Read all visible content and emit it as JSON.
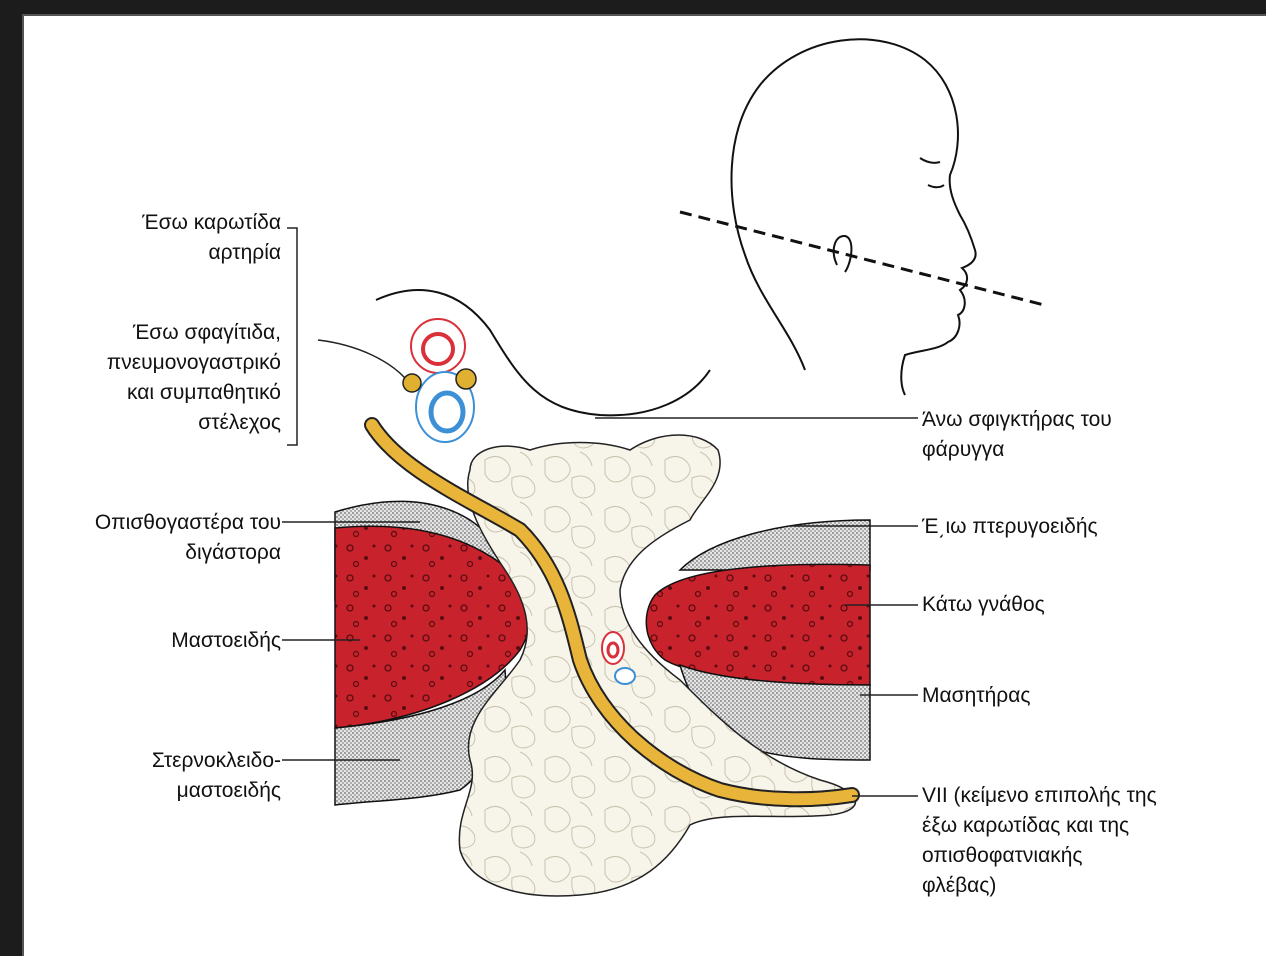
{
  "labels": {
    "internal_carotid": [
      "Έσω καρωτίδα",
      "αρτηρία"
    ],
    "internal_jugular": [
      "Έσω σφαγίτιδα,",
      "πνευμονογαστρικό",
      "και συμπαθητικό",
      "στέλεχος"
    ],
    "superior_constrictor": [
      "Άνω σφιγκτήρας του",
      "φάρυγγα"
    ],
    "posterior_digastric": [
      "Οπισθογαστέρα του",
      "διγάστορα"
    ],
    "lateral_pterygoid": [
      "Έ͵ιω πτερυγοειδής"
    ],
    "mandible": [
      "Κάτω γνάθος"
    ],
    "mastoid": [
      "Μαστοειδής"
    ],
    "masseter": [
      "Μασητήρας"
    ],
    "sternocleidomastoid": [
      "Στερνοκλειδο-",
      "μαστοειδής"
    ],
    "facial_nerve": [
      "VII (κείμενο επιπολής της",
      "έξω καρωτίδας και της",
      "οπισθοφατνιακής",
      "φλέβας)"
    ]
  },
  "colors": {
    "muscle_red": "#c8232c",
    "gland": "#f7f4ea",
    "stipple_grey": "#b8b8b8",
    "nerve_yellow": "#e8b43a",
    "artery": "#d9303a",
    "vein": "#3d8fd6",
    "ganglion": "#e0b030"
  }
}
